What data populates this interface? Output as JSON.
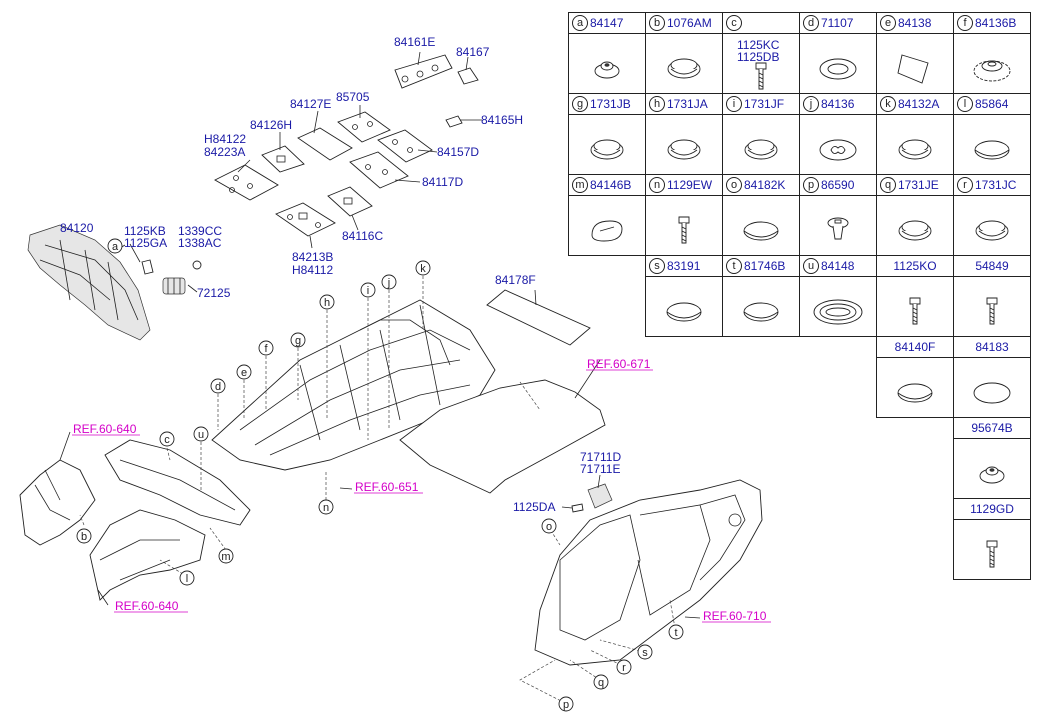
{
  "legend": [
    {
      "letter": "a",
      "code": "84147",
      "icon": "plug-cap-icon"
    },
    {
      "letter": "b",
      "code": "1076AM",
      "icon": "grommet-icon"
    },
    {
      "letter": "c",
      "code": "",
      "extra": [
        "1125KC",
        "1125DB"
      ],
      "icon": "bolt-icon"
    },
    {
      "letter": "d",
      "code": "71107",
      "icon": "ring-grommet-icon"
    },
    {
      "letter": "e",
      "code": "84138",
      "icon": "pad-sheet-icon"
    },
    {
      "letter": "f",
      "code": "84136B",
      "icon": "gear-plug-icon"
    },
    {
      "letter": "g",
      "code": "1731JB",
      "icon": "grommet-icon"
    },
    {
      "letter": "h",
      "code": "1731JA",
      "icon": "grommet-icon"
    },
    {
      "letter": "i",
      "code": "1731JF",
      "icon": "grommet-icon"
    },
    {
      "letter": "j",
      "code": "84136",
      "icon": "flower-plug-icon"
    },
    {
      "letter": "k",
      "code": "84132A",
      "icon": "grommet-icon"
    },
    {
      "letter": "l",
      "code": "85864",
      "icon": "flat-plug-icon"
    },
    {
      "letter": "m",
      "code": "84146B",
      "icon": "oval-plug-icon"
    },
    {
      "letter": "n",
      "code": "1129EW",
      "icon": "bolt-icon"
    },
    {
      "letter": "o",
      "code": "84182K",
      "icon": "flat-plug-icon"
    },
    {
      "letter": "p",
      "code": "86590",
      "icon": "clip-icon"
    },
    {
      "letter": "q",
      "code": "1731JE",
      "icon": "grommet-icon"
    },
    {
      "letter": "r",
      "code": "1731JC",
      "icon": "grommet-icon"
    },
    {
      "letter": "s",
      "code": "83191",
      "icon": "flat-plug-icon"
    },
    {
      "letter": "t",
      "code": "81746B",
      "icon": "flat-plug-icon"
    },
    {
      "letter": "u",
      "code": "84148",
      "icon": "oval-ring-icon"
    },
    {
      "letter": "",
      "code": "1125KO",
      "icon": "bolt-icon"
    },
    {
      "letter": "",
      "code": "54849",
      "icon": "bolt-icon"
    },
    {
      "letter": "",
      "code": "84140F",
      "icon": "flat-plug-icon"
    },
    {
      "letter": "",
      "code": "84183",
      "icon": "oval-flat-icon"
    },
    {
      "letter": "",
      "code": "95674B",
      "icon": "plug-cap-icon"
    },
    {
      "letter": "",
      "code": "1129GD",
      "icon": "bolt-icon"
    }
  ],
  "labels": {
    "p84161E": "84161E",
    "p84167": "84167",
    "p85705": "85705",
    "p84127E": "84127E",
    "p84165H": "84165H",
    "p84126H": "84126H",
    "p84157D": "84157D",
    "pH84122": "H84122",
    "p84223A": "84223A",
    "p84117D": "84117D",
    "p84120": "84120",
    "p1125KB": "1125KB",
    "p1125GA": "1125GA",
    "p1339CC": "1339CC",
    "p1338AC": "1338AC",
    "p72125": "72125",
    "p84213B": "84213B",
    "pH84112": "H84112",
    "p84116C": "84116C",
    "p84178F": "84178F",
    "p71711D": "71711D",
    "p71711E": "71711E",
    "p1125DA": "1125DA"
  },
  "refs": {
    "r640a": "REF.60-640",
    "r640b": "REF.60-640",
    "r671": "REF.60-671",
    "r651": "REF.60-651",
    "r710": "REF.60-710"
  },
  "callouts": [
    "a",
    "b",
    "c",
    "d",
    "e",
    "f",
    "g",
    "h",
    "i",
    "j",
    "k",
    "l",
    "m",
    "n",
    "o",
    "p",
    "q",
    "r",
    "s",
    "t",
    "u"
  ]
}
